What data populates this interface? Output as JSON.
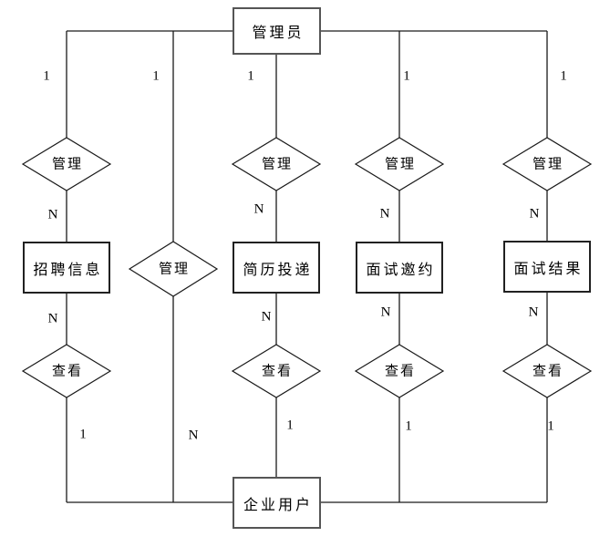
{
  "diagram": {
    "admin_label": "管理员",
    "enterprise_label": "企业用户",
    "columns": [
      {
        "top_card": "1",
        "manage": "管理",
        "upper_n": "N",
        "entity": "招聘信息",
        "lower_n": "N",
        "view": "查看",
        "bottom_card": "1"
      },
      {
        "top_card": "1",
        "manage": "管理",
        "bottom_card": "N"
      },
      {
        "top_card": "1",
        "manage": "管理",
        "upper_n": "N",
        "entity": "简历投递",
        "lower_n": "N",
        "view": "查看",
        "bottom_card": "1"
      },
      {
        "top_card": "1",
        "manage": "管理",
        "upper_n": "N",
        "entity": "面试邀约",
        "lower_n": "N",
        "view": "查看",
        "bottom_card": "1"
      },
      {
        "top_card": "1",
        "manage": "管理",
        "upper_n": "N",
        "entity": "面试结果",
        "lower_n": "N",
        "view": "查看",
        "bottom_card": "1"
      }
    ]
  }
}
